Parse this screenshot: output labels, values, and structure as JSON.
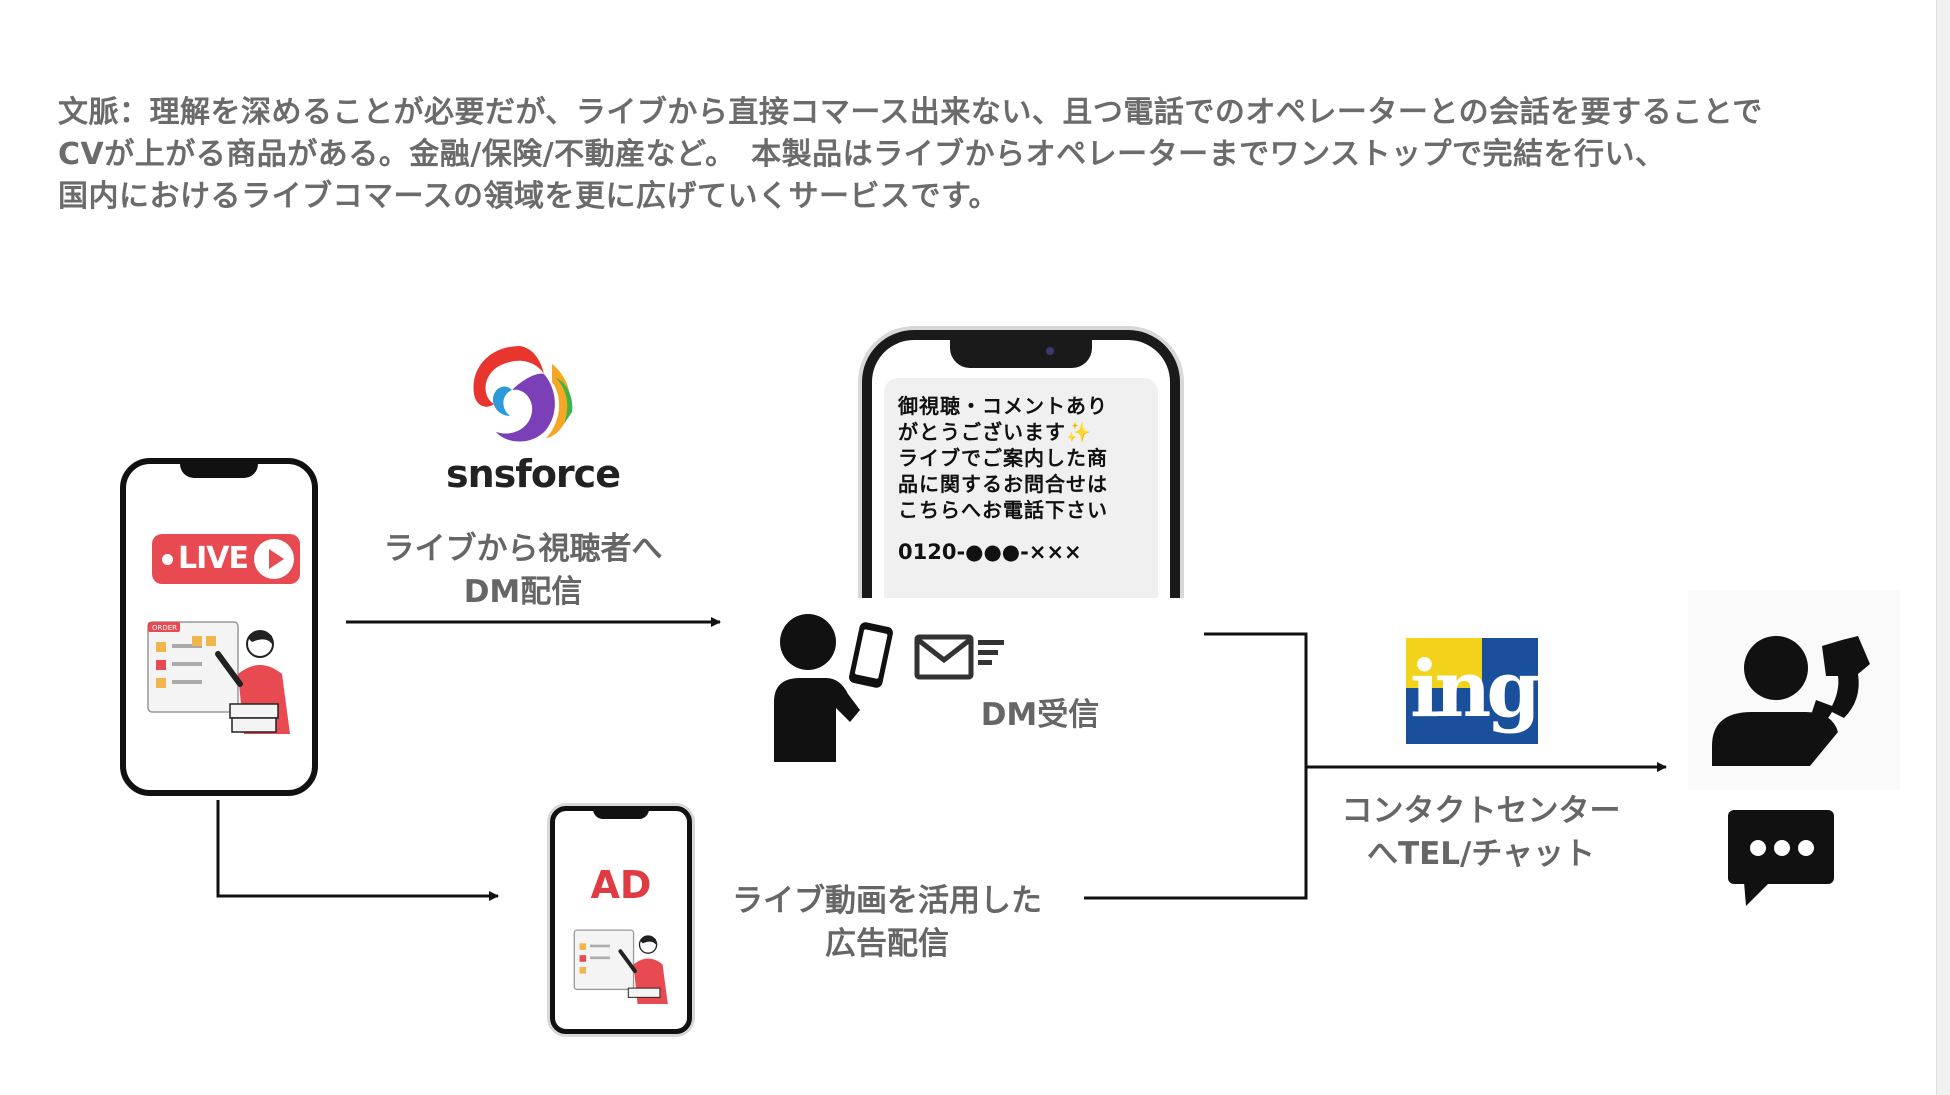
{
  "paragraph": {
    "line1": "文脈：理解を深めることが必要だが、ライブから直接コマース出来ない、且つ電話でのオペレーターとの会話を要することで",
    "line2": "CVが上がる商品がある。金融/保険/不動産など。　本製品はライブからオペレーターまでワンストップで完結を行い、",
    "line3": "国内におけるライブコマースの領域を更に広げていくサービスです。"
  },
  "live_phone": {
    "badge": "LIVE",
    "illustration_label": "ORDER"
  },
  "snsforce": {
    "name": "snsforce"
  },
  "dm_label": {
    "line1": "ライブから視聴者へ",
    "line2": "DM配信"
  },
  "message": {
    "text": "御視聴・コメントあり\nがとうございます✨\nライブでご案内した商\n品に関するお問合せは\nこちらへお電話下さい",
    "phone_number": "0120-●●●-×××"
  },
  "dm_receive": {
    "label": "DM受信"
  },
  "ad_phone": {
    "badge": "AD"
  },
  "ad_label": {
    "line1": "ライブ動画を活用した",
    "line2": "広告配信"
  },
  "ing": {
    "name": "ing"
  },
  "contact_label": {
    "line1": "コンタクトセンター",
    "line2": "へTEL/チャット"
  },
  "icons": [
    "person-phone-icon",
    "mail-icon",
    "operator-headset-icon",
    "chat-bubble-icon"
  ],
  "colors": {
    "text_gray": "#666666",
    "accent_red": "#e84a52",
    "ing_blue": "#1a4f9c",
    "ing_yellow": "#f3d21b"
  }
}
